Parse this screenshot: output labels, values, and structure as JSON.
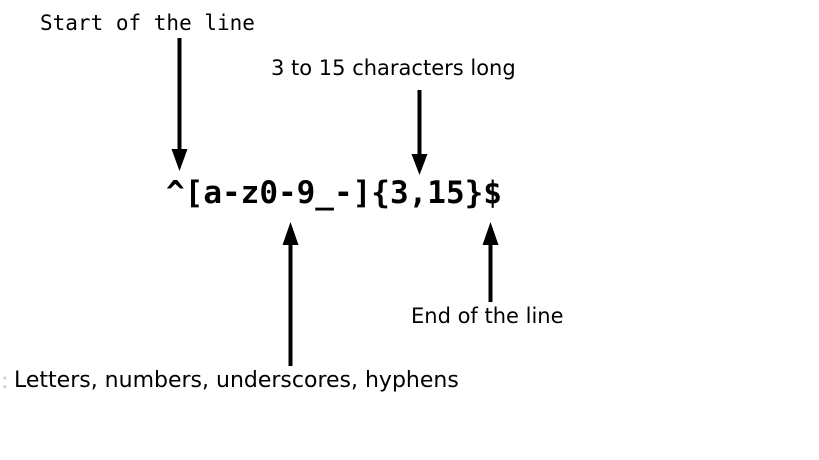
{
  "diagram": {
    "title_expression": "^[a-z0-9_-]{3,15}$",
    "background_color": "#ffffff",
    "ink_color": "#000000",
    "clipped_left_mark": ":",
    "annotations": [
      {
        "id": "start-of-line",
        "label": "Start of the line",
        "target_token": "^",
        "arrow_direction": "down"
      },
      {
        "id": "length-quantifier",
        "label": "3 to 15 characters long",
        "target_token": "{3,15}",
        "arrow_direction": "down"
      },
      {
        "id": "character-class",
        "label": "Letters, numbers, underscores, hyphens",
        "target_token": "[a-z0-9_-]",
        "arrow_direction": "up"
      },
      {
        "id": "end-of-line",
        "label": "End of the line",
        "target_token": "$",
        "arrow_direction": "up"
      }
    ]
  }
}
